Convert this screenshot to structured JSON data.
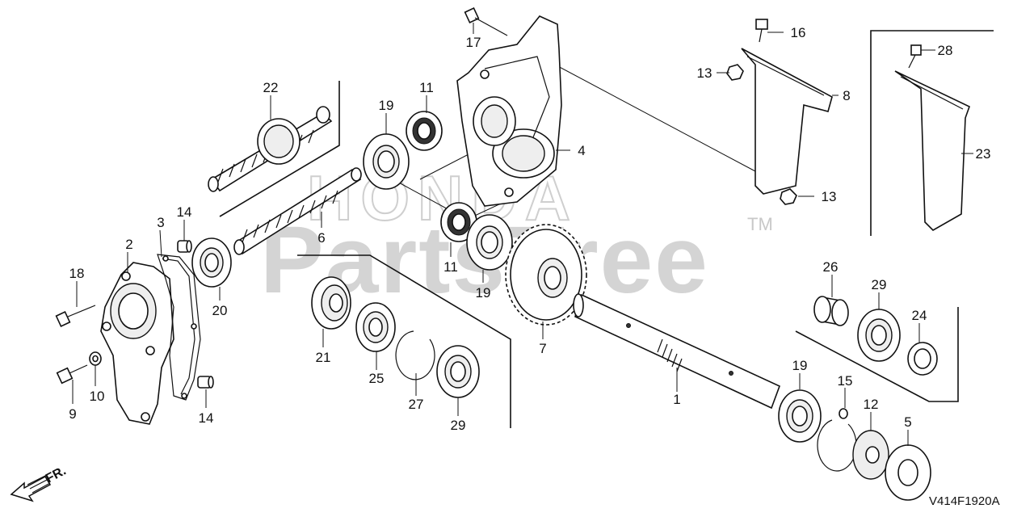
{
  "watermark": {
    "brand": "HONDA",
    "site": "PartsTree",
    "trademark": "TM"
  },
  "diagram_code": "V414F1920A",
  "direction_label": "FR.",
  "callouts": {
    "c1": "1",
    "c2": "2",
    "c3": "3",
    "c4": "4",
    "c5": "5",
    "c6": "6",
    "c7": "7",
    "c8": "8",
    "c9": "9",
    "c10": "10",
    "c11a": "11",
    "c11b": "11",
    "c12": "12",
    "c13a": "13",
    "c13b": "13",
    "c14a": "14",
    "c14b": "14",
    "c15": "15",
    "c16": "16",
    "c17": "17",
    "c18": "18",
    "c19a": "19",
    "c19b": "19",
    "c19c": "19",
    "c20": "20",
    "c21": "21",
    "c22": "22",
    "c23": "23",
    "c24": "24",
    "c25": "25",
    "c26": "26",
    "c27": "27",
    "c28": "28",
    "c29a": "29",
    "c29b": "29"
  }
}
